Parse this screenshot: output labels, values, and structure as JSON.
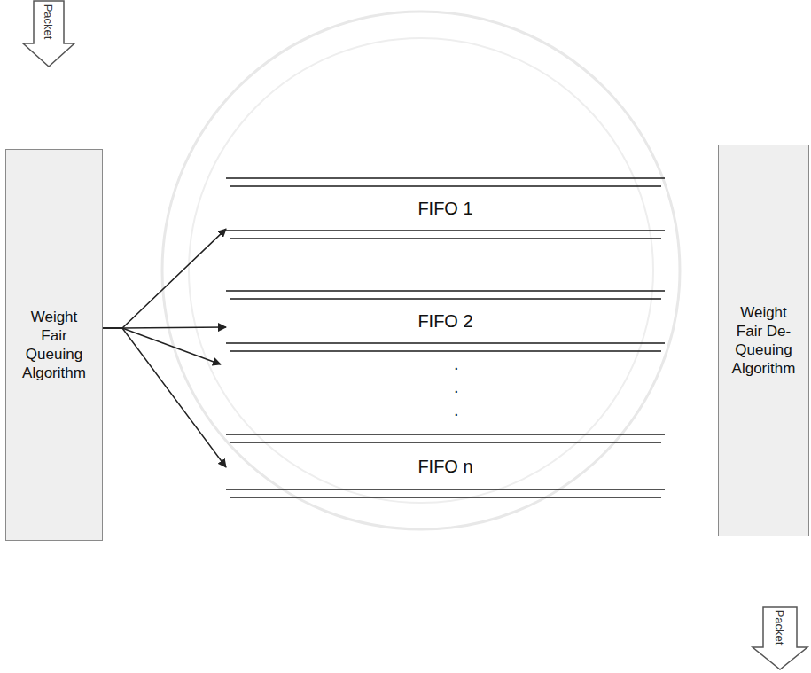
{
  "diagram": {
    "nodes": [
      {
        "text": [
          "Packet"
        ]
      },
      {
        "text": [
          "Weight Fair Queuing Algorithm"
        ]
      },
      {
        "text": [
          "FIFO 1"
        ]
      },
      {
        "text": [
          "FIFO 2"
        ]
      },
      {
        "text": [
          "FIFO n"
        ]
      },
      {
        "text": [
          "Weight Fair De-Queuing Algorithm"
        ]
      },
      {
        "text": [
          "Packet"
        ]
      }
    ],
    "edges": [
      {
        "from": 1,
        "to": 2,
        "arrow": "to"
      },
      {
        "from": 1,
        "to": 3,
        "arrow": "to"
      },
      {
        "from": 1,
        "to": 4,
        "arrow": "to"
      }
    ],
    "labels": [
      ".",
      ".",
      "."
    ]
  }
}
